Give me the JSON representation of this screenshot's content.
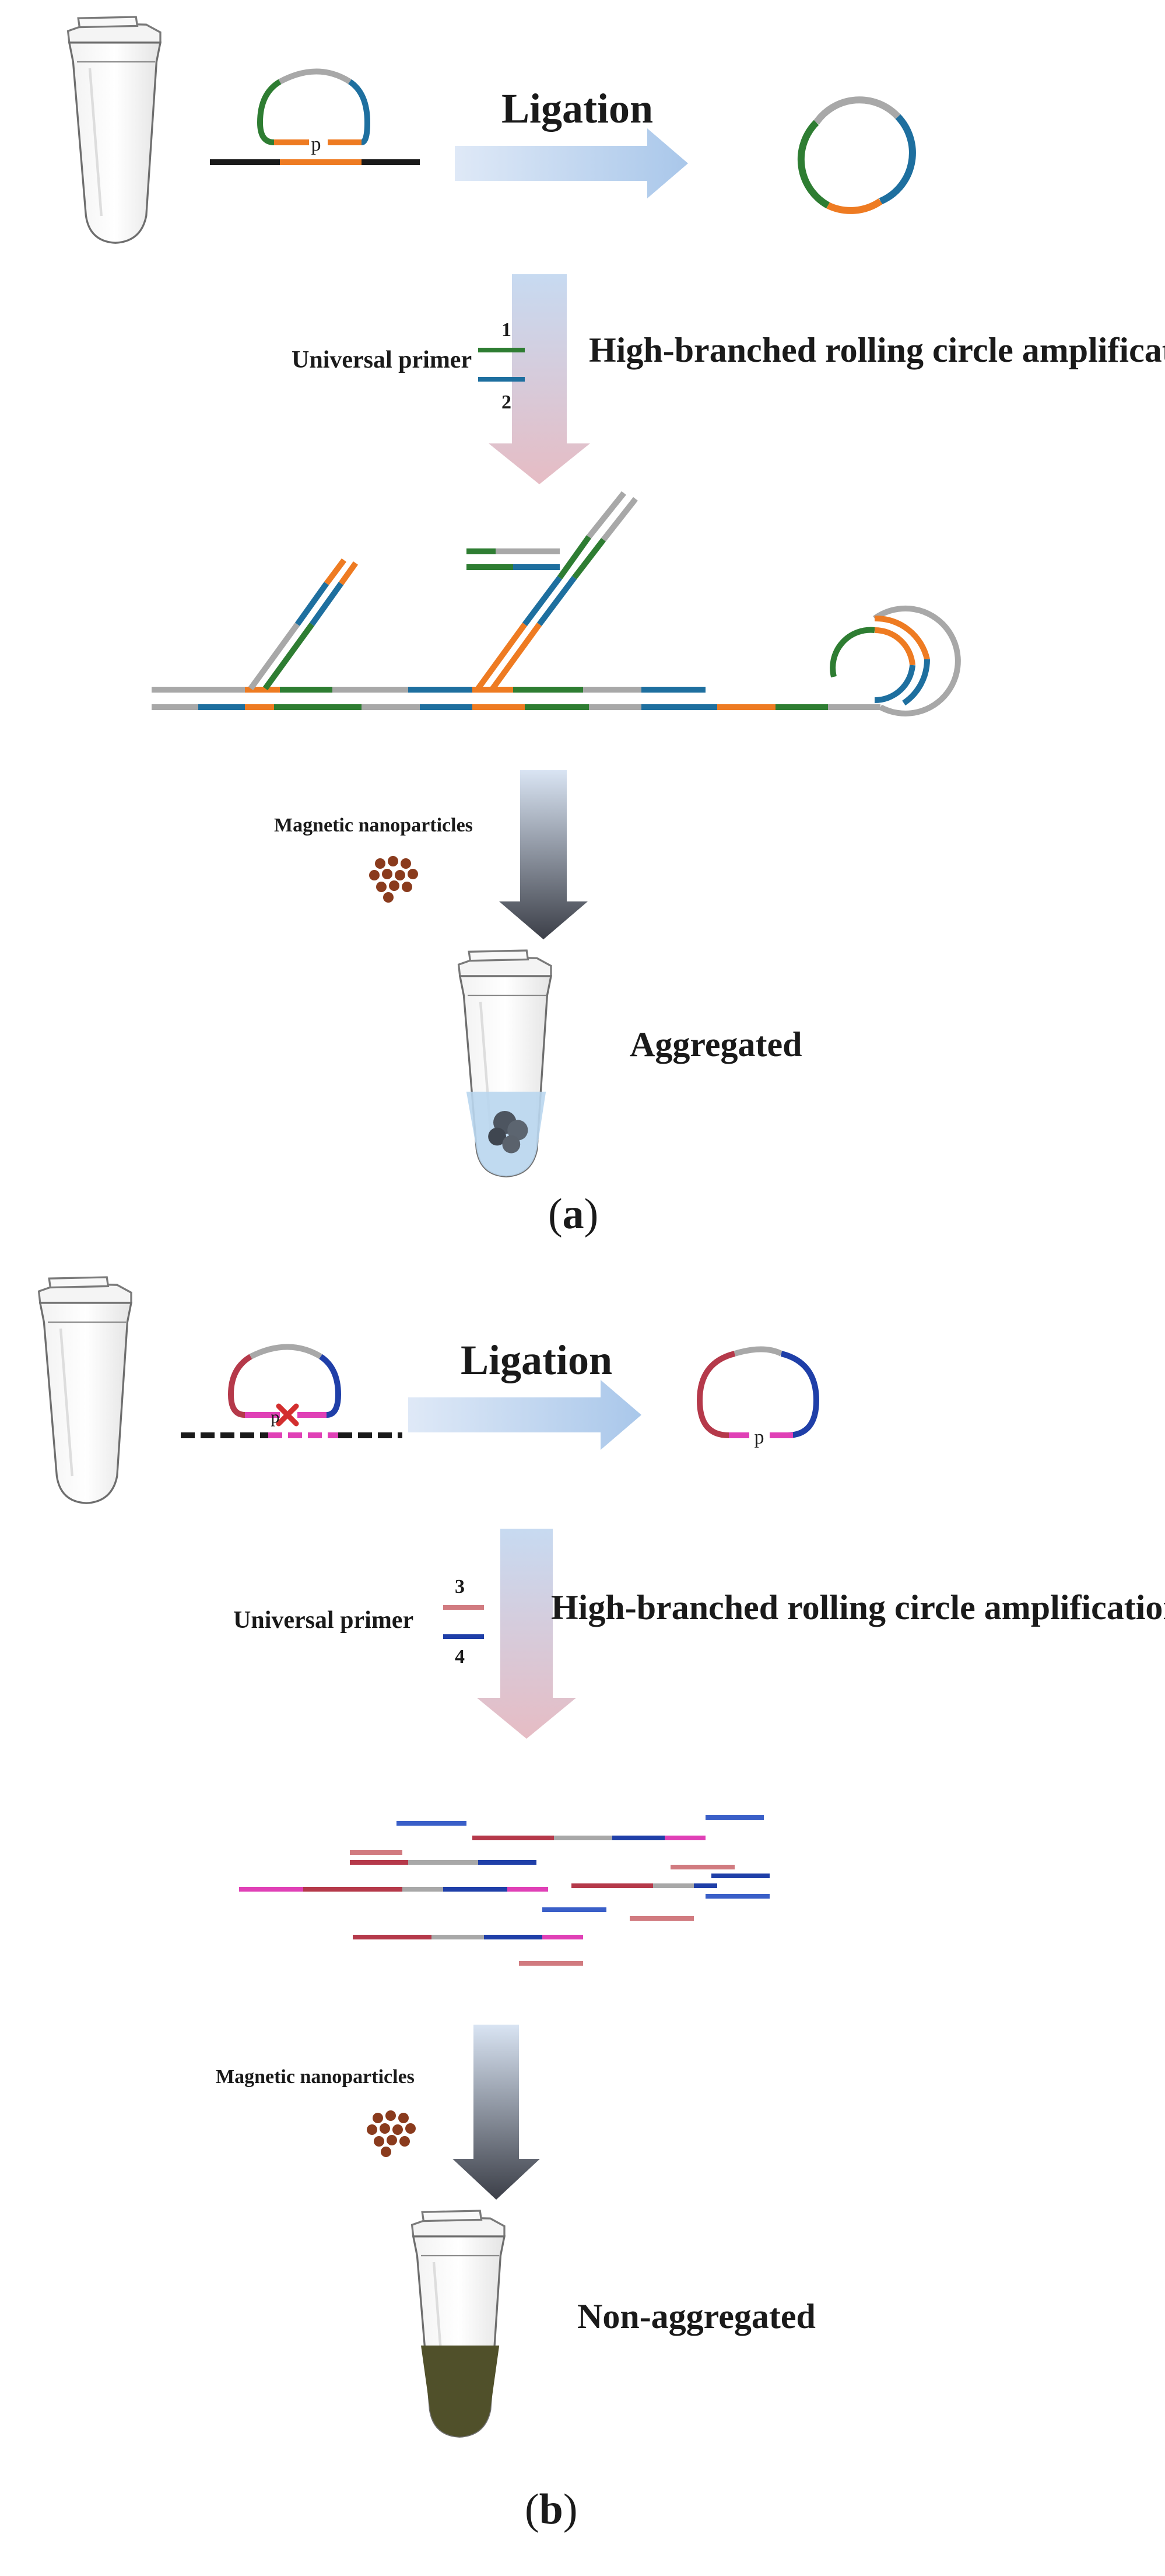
{
  "colors": {
    "green": "#2e7d32",
    "blue": "#1e6f9f",
    "orange": "#ee7b22",
    "gray": "#a8a8a8",
    "black": "#1a1a1a",
    "red": "#b5394a",
    "dark_blue": "#1f3fa8",
    "pink": "#e040b6",
    "bead": "#8a3b1d",
    "pale_red": "#d17b80",
    "tube_liquid_a": "#b9d6ee",
    "tube_liquid_b": "#50502a"
  },
  "icons": [
    "tube-icon",
    "arrow-right-icon",
    "arrow-down-icon",
    "nanoparticles-icon",
    "cross-icon"
  ],
  "panel_a": {
    "ligation_label": "Ligation",
    "probe_p_label": "p",
    "primer_label": "Universal primer",
    "primer_1": "1",
    "primer_2": "2",
    "amplification_label": "High-branched rolling circle amplification",
    "mnp_label": "Magnetic nanoparticles",
    "result_label": "Aggregated",
    "panel_letter": "a"
  },
  "panel_b": {
    "ligation_label": "Ligation",
    "probe_p_label": "p",
    "primer_label": "Universal primer",
    "primer_3": "3",
    "primer_4": "4",
    "amplification_label": "High-branched rolling circle amplification",
    "mnp_label": "Magnetic nanoparticles",
    "result_label": "Non-aggregated",
    "panel_letter": "b"
  }
}
